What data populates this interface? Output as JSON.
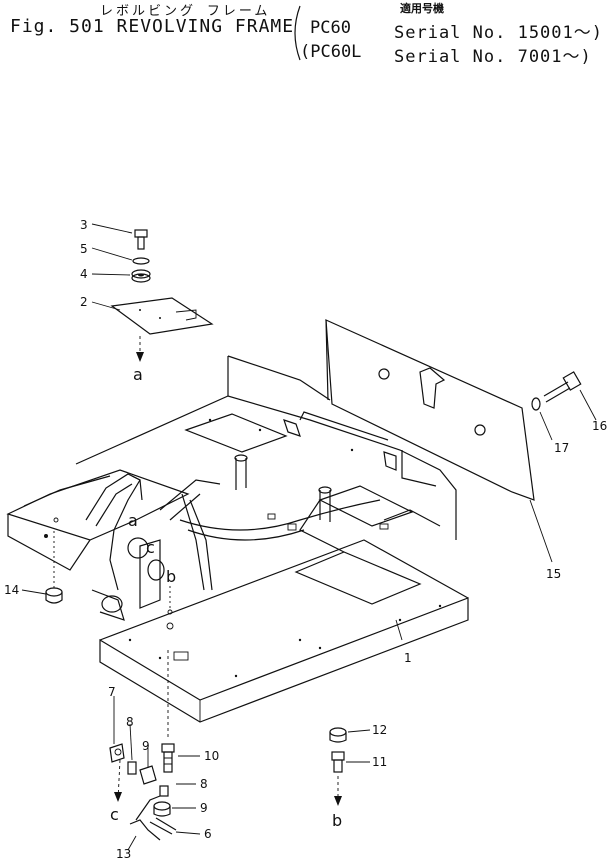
{
  "header": {
    "japanese_title": "レボルビング フレーム",
    "japanese_serial_label": "適用号機",
    "figure_label": "Fig. 501 REVOLVING FRAME",
    "applicability": [
      {
        "model": "PC60",
        "serial": "Serial No. 15001～)"
      },
      {
        "model": "(PC60L",
        "serial": "Serial No. 7001～)"
      }
    ]
  },
  "callouts": {
    "p1": "1",
    "p2": "2",
    "p3": "3",
    "p4": "4",
    "p5": "5",
    "p6": "6",
    "p7": "7",
    "p8a": "8",
    "p8b": "8",
    "p9a": "9",
    "p9b": "9",
    "p10": "10",
    "p11": "11",
    "p12": "12",
    "p13": "13",
    "p14": "14",
    "p15": "15",
    "p16": "16",
    "p17": "17"
  },
  "references": {
    "a_top": "a",
    "a_mid": "a",
    "b_mid": "b",
    "b_bottom": "b",
    "c_mid": "c",
    "c_bottom": "c"
  }
}
